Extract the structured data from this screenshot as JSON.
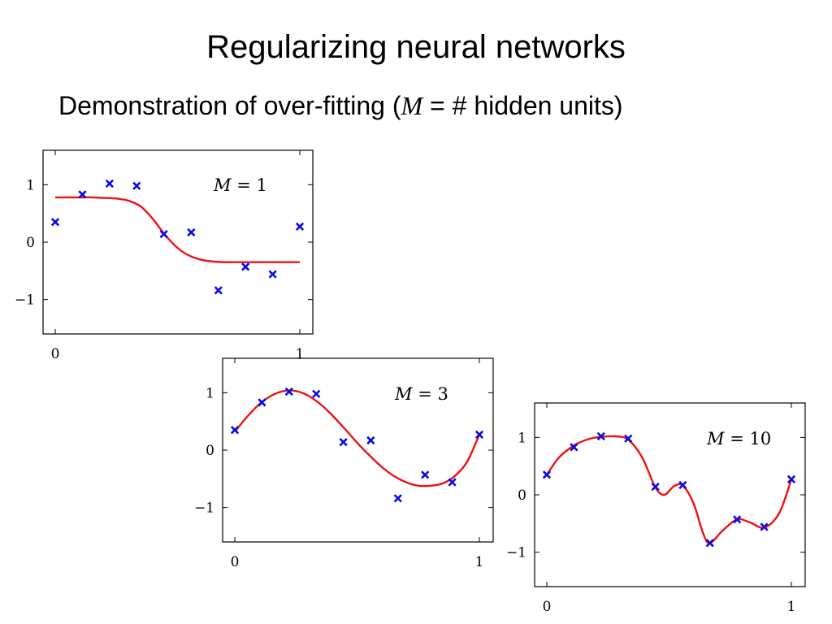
{
  "slide": {
    "title": "Regularizing neural networks",
    "subtitle_before": "Demonstration of over-fitting (",
    "subtitle_var": "M",
    "subtitle_after": " = # hidden units)"
  },
  "colors": {
    "fit_curve": "#ee1111",
    "data_points": "#0a0ae6",
    "frame": "#000000"
  },
  "chart_data": [
    {
      "type": "scatter",
      "annotation_var": "M",
      "annotation_rest": " = 1",
      "xlim": [
        0,
        1
      ],
      "ylim": [
        -1.6,
        1.6
      ],
      "xticks": [
        {
          "value": 0,
          "label": "0"
        },
        {
          "value": 1,
          "label": "1"
        }
      ],
      "yticks": [
        {
          "value": 1,
          "label": "1"
        },
        {
          "value": 0,
          "label": "0"
        },
        {
          "value": -1,
          "label": "−1"
        }
      ],
      "points": {
        "x": [
          0.0,
          0.111,
          0.222,
          0.333,
          0.444,
          0.556,
          0.667,
          0.778,
          0.889,
          1.0
        ],
        "y": [
          0.35,
          0.83,
          1.02,
          0.98,
          0.14,
          0.17,
          -0.84,
          -0.43,
          -0.56,
          0.27
        ]
      },
      "curve": {
        "x": [
          0.0,
          0.05,
          0.1,
          0.15,
          0.2,
          0.25,
          0.3,
          0.35,
          0.4,
          0.45,
          0.5,
          0.55,
          0.6,
          0.65,
          0.7,
          0.75,
          0.8,
          0.85,
          0.9,
          0.95,
          1.0
        ],
        "y": [
          0.78,
          0.78,
          0.78,
          0.78,
          0.77,
          0.76,
          0.72,
          0.62,
          0.4,
          0.12,
          -0.1,
          -0.24,
          -0.31,
          -0.34,
          -0.35,
          -0.35,
          -0.35,
          -0.35,
          -0.35,
          -0.35,
          -0.35
        ]
      }
    },
    {
      "type": "scatter",
      "annotation_var": "M",
      "annotation_rest": " = 3",
      "xlim": [
        0,
        1
      ],
      "ylim": [
        -1.6,
        1.6
      ],
      "xticks": [
        {
          "value": 0,
          "label": "0"
        },
        {
          "value": 1,
          "label": "1"
        }
      ],
      "yticks": [
        {
          "value": 1,
          "label": "1"
        },
        {
          "value": 0,
          "label": "0"
        },
        {
          "value": -1,
          "label": "−1"
        }
      ],
      "points": {
        "x": [
          0.0,
          0.111,
          0.222,
          0.333,
          0.444,
          0.556,
          0.667,
          0.778,
          0.889,
          1.0
        ],
        "y": [
          0.35,
          0.83,
          1.02,
          0.98,
          0.14,
          0.17,
          -0.84,
          -0.43,
          -0.56,
          0.27
        ]
      },
      "curve": {
        "x": [
          0.0,
          0.05,
          0.1,
          0.15,
          0.2,
          0.25,
          0.3,
          0.35,
          0.4,
          0.45,
          0.5,
          0.55,
          0.6,
          0.65,
          0.7,
          0.75,
          0.8,
          0.85,
          0.9,
          0.95,
          1.0
        ],
        "y": [
          0.32,
          0.58,
          0.8,
          0.95,
          1.03,
          1.03,
          0.95,
          0.8,
          0.6,
          0.37,
          0.13,
          -0.09,
          -0.29,
          -0.45,
          -0.56,
          -0.62,
          -0.62,
          -0.58,
          -0.45,
          -0.2,
          0.27
        ]
      }
    },
    {
      "type": "scatter",
      "annotation_var": "M",
      "annotation_rest": " = 10",
      "xlim": [
        0,
        1
      ],
      "ylim": [
        -1.6,
        1.6
      ],
      "xticks": [
        {
          "value": 0,
          "label": "0"
        },
        {
          "value": 1,
          "label": "1"
        }
      ],
      "yticks": [
        {
          "value": 1,
          "label": "1"
        },
        {
          "value": 0,
          "label": "0"
        },
        {
          "value": -1,
          "label": "−1"
        }
      ],
      "points": {
        "x": [
          0.0,
          0.111,
          0.222,
          0.333,
          0.444,
          0.556,
          0.667,
          0.778,
          0.889,
          1.0
        ],
        "y": [
          0.35,
          0.83,
          1.02,
          0.98,
          0.14,
          0.17,
          -0.84,
          -0.43,
          -0.56,
          0.27
        ]
      },
      "curve": {
        "x": [
          0.0,
          0.05,
          0.111,
          0.17,
          0.222,
          0.28,
          0.333,
          0.39,
          0.444,
          0.48,
          0.52,
          0.556,
          0.6,
          0.64,
          0.667,
          0.72,
          0.778,
          0.83,
          0.889,
          0.95,
          1.0
        ],
        "y": [
          0.35,
          0.65,
          0.86,
          0.97,
          1.01,
          1.02,
          0.96,
          0.65,
          0.13,
          0.0,
          0.15,
          0.16,
          -0.15,
          -0.68,
          -0.84,
          -0.62,
          -0.43,
          -0.48,
          -0.57,
          -0.32,
          0.27
        ]
      }
    }
  ]
}
